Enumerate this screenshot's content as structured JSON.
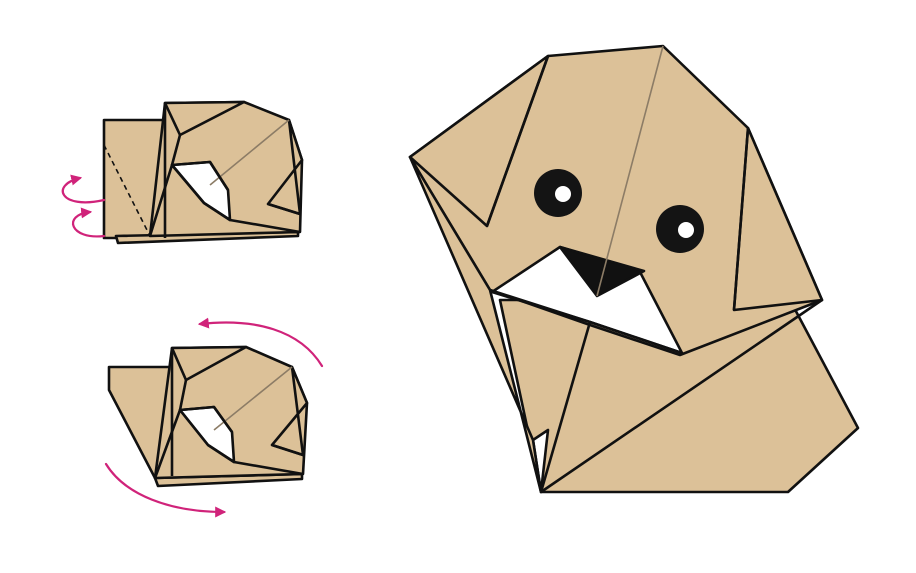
{
  "colors": {
    "paper": "#dcc198",
    "outline": "#111111",
    "crease": "#8c7c66",
    "arrow": "#d0237a",
    "white": "#ffffff",
    "nose": "#111111",
    "eye": "#141414"
  },
  "steps": [
    {
      "id": "step-1",
      "description": "fold-back-corner",
      "arrows": [
        "fold-under",
        "fold-under"
      ]
    },
    {
      "id": "step-2",
      "description": "rotate",
      "arrows": [
        "rotate-counterclockwise-top",
        "rotate-counterclockwise-bottom"
      ]
    },
    {
      "id": "step-3",
      "description": "finished-dog-head"
    }
  ],
  "icons": [
    "curved-arrow-icon",
    "dog-eye-icon",
    "dog-nose-icon"
  ]
}
